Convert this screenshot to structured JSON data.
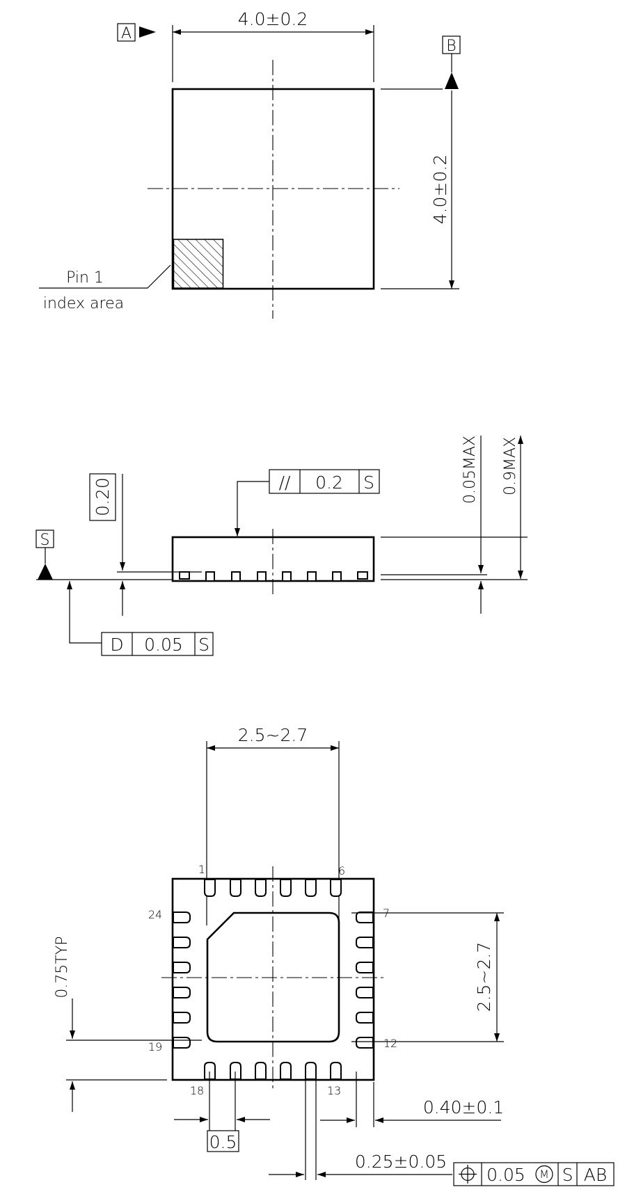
{
  "top_view": {
    "datum_a": "A",
    "datum_b": "B",
    "width_dim": "4.0±0.2",
    "height_dim": "4.0±0.2",
    "pin1_label_line1": "Pin 1",
    "pin1_label_line2": "index area"
  },
  "side_view": {
    "datum_s": "S",
    "dim_020": "0.20",
    "parallelism": {
      "symbol": "//",
      "value": "0.2",
      "datum": "S"
    },
    "flatness": {
      "symbol": "D",
      "value": "0.05",
      "datum": "S"
    },
    "dim_005max": "0.05MAX",
    "dim_09max": "0.9MAX"
  },
  "bottom_view": {
    "pad_width_dim": "2.5~2.7",
    "pad_height_dim": "2.5~2.7",
    "typ_dim": "0.75TYP",
    "pitch_dim": "0.5",
    "lead_length_dim": "0.40±0.1",
    "lead_width_dim": "0.25±0.05",
    "position_tol": {
      "value": "0.05",
      "modifier": "M",
      "datum1": "S",
      "datum2": "AB"
    },
    "pin_numbers": [
      "1",
      "6",
      "7",
      "12",
      "13",
      "18",
      "19",
      "24"
    ]
  },
  "colors": {
    "line": "#000000",
    "background": "#ffffff"
  }
}
